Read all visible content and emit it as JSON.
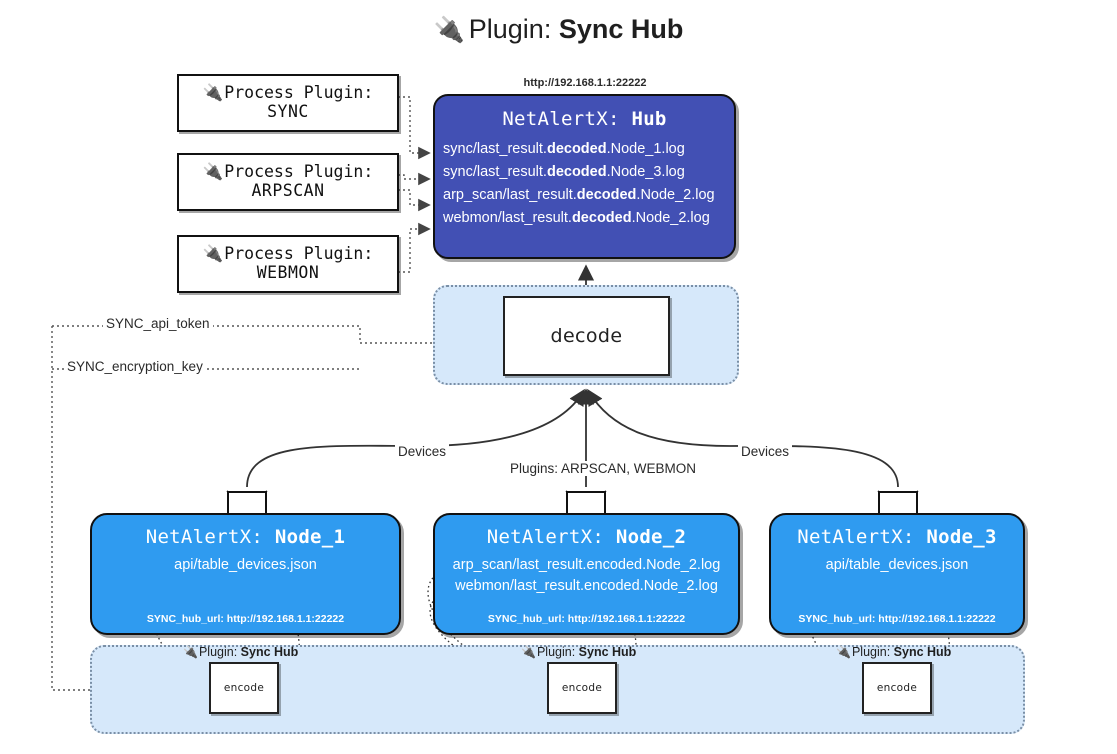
{
  "title": {
    "icon": "plug-icon",
    "prefix": "Plugin:",
    "name": "Sync Hub"
  },
  "process_plugins": [
    {
      "icon": "plug-icon",
      "line1": "Process Plugin:",
      "line2": "SYNC"
    },
    {
      "icon": "plug-icon",
      "line1": "Process Plugin:",
      "line2": "ARPSCAN"
    },
    {
      "icon": "plug-icon",
      "line1": "Process Plugin:",
      "line2": "WEBMON"
    }
  ],
  "hub": {
    "url": "http://192.168.1.1:22222",
    "title_prefix": "NetAlertX:",
    "title_name": "Hub",
    "logs": [
      {
        "pre": "sync/last_result.",
        "bold": "decoded",
        "post": ".Node_1.log"
      },
      {
        "pre": "sync/last_result.",
        "bold": "decoded",
        "post": ".Node_3.log"
      },
      {
        "pre": "arp_scan/last_result.",
        "bold": "decoded",
        "post": ".Node_2.log"
      },
      {
        "pre": "webmon/last_result.",
        "bold": "decoded",
        "post": ".Node_2.log"
      }
    ]
  },
  "decode": {
    "label": "decode"
  },
  "wire_labels": {
    "api_token": "SYNC_api_token",
    "encryption_key": "SYNC_encryption_key",
    "devices_left": "Devices",
    "devices_right": "Devices",
    "plugins_center": "Plugins: ARPSCAN, WEBMON"
  },
  "nodes": [
    {
      "title_prefix": "NetAlertX:",
      "title_name": "Node_1",
      "lines": [
        "api/table_devices.json"
      ],
      "footer": "SYNC_hub_url: http://192.168.1.1:22222",
      "envelope_icon": "envelope-icon"
    },
    {
      "title_prefix": "NetAlertX:",
      "title_name": "Node_2",
      "lines": [
        "arp_scan/last_result.encoded.Node_2.log",
        "webmon/last_result.encoded.Node_2.log"
      ],
      "footer": "SYNC_hub_url: http://192.168.1.1:22222",
      "envelope_icon": "envelope-icon"
    },
    {
      "title_prefix": "NetAlertX:",
      "title_name": "Node_3",
      "lines": [
        "api/table_devices.json"
      ],
      "footer": "SYNC_hub_url: http://192.168.1.1:22222",
      "envelope_icon": "envelope-icon"
    }
  ],
  "encoders": [
    {
      "icon": "plug-icon",
      "label_prefix": "Plugin:",
      "label_name": "Sync Hub",
      "box": "encode"
    },
    {
      "icon": "plug-icon",
      "label_prefix": "Plugin:",
      "label_name": "Sync Hub",
      "box": "encode"
    },
    {
      "icon": "plug-icon",
      "label_prefix": "Plugin:",
      "label_name": "Sync Hub",
      "box": "encode"
    }
  ],
  "colors": {
    "hub_fill": "#4250b4",
    "node_fill": "#2f9bf0",
    "cluster_fill": "#d6e8fa",
    "background": "#ffffff",
    "stroke": "#111111"
  }
}
